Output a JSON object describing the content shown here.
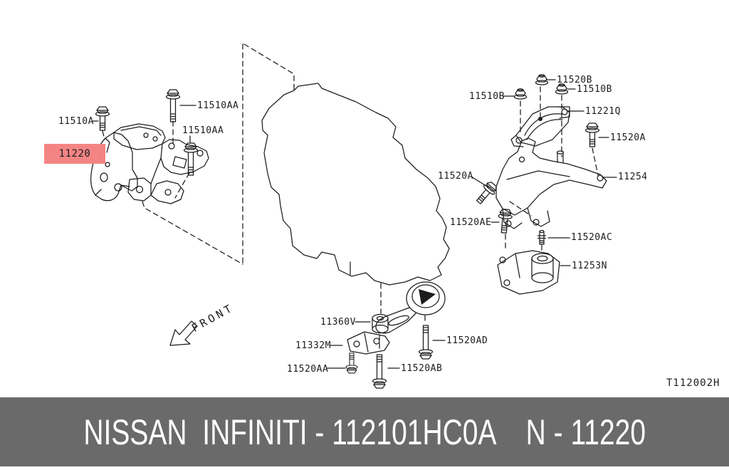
{
  "diagram": {
    "line_color": "#1c1c1c",
    "highlight_color": "#f48484",
    "highlight_text_color": "#4a4a4a",
    "front_label": "FRONT",
    "drawing_code": "T112002H",
    "labels": [
      {
        "id": "11510A",
        "text": "11510A"
      },
      {
        "id": "11510AA-top",
        "text": "11510AA"
      },
      {
        "id": "11510AA-mid",
        "text": "11510AA"
      },
      {
        "id": "11220",
        "text": "11220",
        "highlighted": true
      },
      {
        "id": "11520B",
        "text": "11520B"
      },
      {
        "id": "11510B-right",
        "text": "11510B"
      },
      {
        "id": "11510B-left",
        "text": "11510B"
      },
      {
        "id": "11221Q",
        "text": "11221Q"
      },
      {
        "id": "11520A-right",
        "text": "11520A"
      },
      {
        "id": "11254",
        "text": "11254"
      },
      {
        "id": "11520A-left",
        "text": "11520A"
      },
      {
        "id": "11520AE",
        "text": "11520AE"
      },
      {
        "id": "11520AC",
        "text": "11520AC"
      },
      {
        "id": "11253N",
        "text": "11253N"
      },
      {
        "id": "11360V",
        "text": "11360V"
      },
      {
        "id": "11332M",
        "text": "11332M"
      },
      {
        "id": "11520AA",
        "text": "11520AA"
      },
      {
        "id": "11520AB",
        "text": "11520AB"
      },
      {
        "id": "11520AD",
        "text": "11520AD"
      }
    ]
  },
  "footer": {
    "text": "NISSAN  INFINITI - 112101HC0A    N - 11220",
    "background": "#6a6a6a",
    "text_color": "#ffffff"
  }
}
